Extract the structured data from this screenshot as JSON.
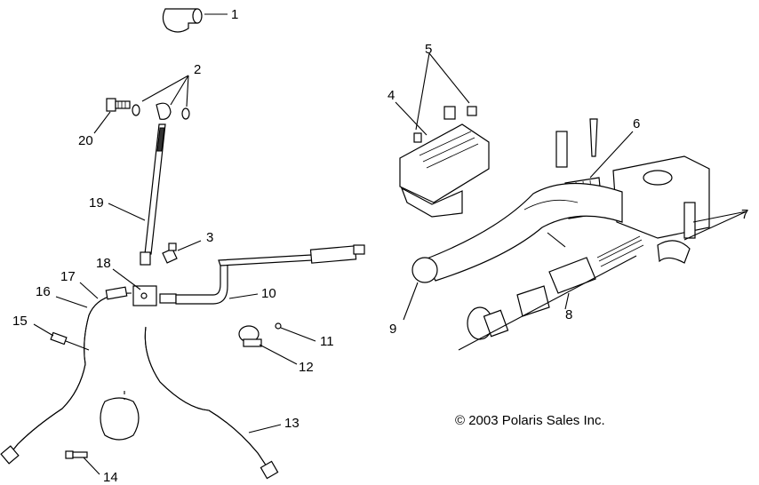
{
  "callouts": [
    {
      "id": "1",
      "label": "1"
    },
    {
      "id": "2",
      "label": "2"
    },
    {
      "id": "3",
      "label": "3"
    },
    {
      "id": "4",
      "label": "4"
    },
    {
      "id": "5",
      "label": "5"
    },
    {
      "id": "6",
      "label": "6"
    },
    {
      "id": "7",
      "label": "7"
    },
    {
      "id": "8",
      "label": "8"
    },
    {
      "id": "9",
      "label": "9"
    },
    {
      "id": "10",
      "label": "10"
    },
    {
      "id": "11",
      "label": "11"
    },
    {
      "id": "12",
      "label": "12"
    },
    {
      "id": "13",
      "label": "13"
    },
    {
      "id": "14",
      "label": "14"
    },
    {
      "id": "15",
      "label": "15"
    },
    {
      "id": "16",
      "label": "16"
    },
    {
      "id": "17",
      "label": "17"
    },
    {
      "id": "18",
      "label": "18"
    },
    {
      "id": "19",
      "label": "19"
    },
    {
      "id": "20",
      "label": "20"
    }
  ],
  "copyright": "© 2003 Polaris Sales Inc."
}
